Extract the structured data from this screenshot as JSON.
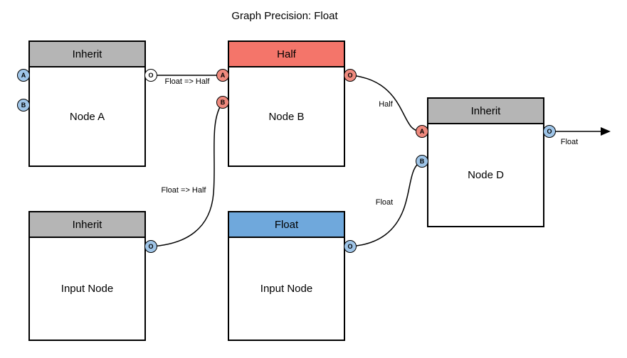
{
  "title": "Graph Precision: Float",
  "nodes": {
    "node_a": {
      "header": "Inherit",
      "label": "Node A"
    },
    "node_b": {
      "header": "Half",
      "label": "Node B"
    },
    "node_d": {
      "header": "Inherit",
      "label": "Node D"
    },
    "input_node_left": {
      "header": "Inherit",
      "label": "Input Node"
    },
    "input_node_middle": {
      "header": "Float",
      "label": "Input Node"
    }
  },
  "ports": {
    "node_a": {
      "a": "A",
      "b": "B",
      "o": "O"
    },
    "node_b": {
      "a": "A",
      "b": "B",
      "o": "O"
    },
    "node_d": {
      "a": "A",
      "b": "B",
      "o": "O"
    },
    "input_node_left": {
      "o": "O"
    },
    "input_node_middle": {
      "o": "O"
    }
  },
  "edges": {
    "node_a_to_node_b": {
      "label": "Float => Half"
    },
    "input_left_to_node_b": {
      "label": "Float => Half"
    },
    "node_b_to_node_d": {
      "label": "Half"
    },
    "input_middle_to_node_d": {
      "label": "Float"
    },
    "node_d_output": {
      "label": "Float"
    }
  },
  "colors": {
    "header_inherit": "#b5b5b5",
    "header_half": "#f4756a",
    "header_float": "#6fa8dc",
    "port_float": "#9fc5e8",
    "port_half": "#ef8a7e",
    "port_neutral": "#ffffff",
    "wire": "#000000",
    "node_border": "#000000",
    "background": "#ffffff"
  }
}
